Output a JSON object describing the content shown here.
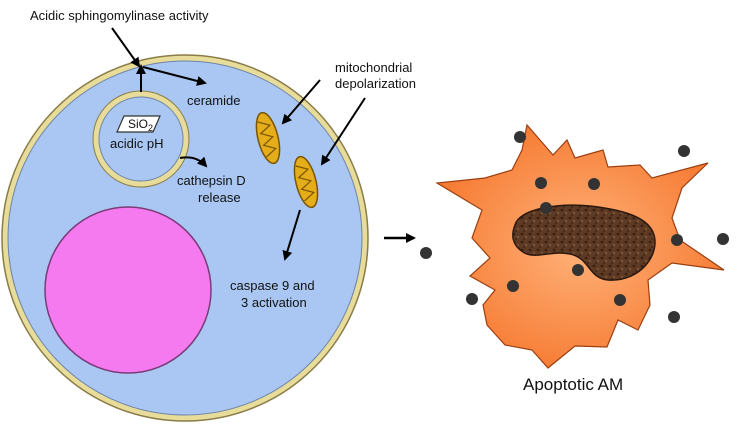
{
  "labels": {
    "sphingomyelinase": "Acidic sphingomylinase activity",
    "ceramide": "ceramide",
    "mito_line1": "mitochondrial",
    "mito_line2": "depolarization",
    "sio2_base": "SiO",
    "sio2_sub": "2",
    "acidic_ph": "acidic pH",
    "cathepsin_line1": "cathepsin D",
    "cathepsin_line2": "release",
    "caspase_line1": "caspase 9 and",
    "caspase_line2": "3 activation",
    "apoptotic_caption": "Apoptotic AM"
  },
  "colors": {
    "cytoplasm": "#a9c7f2",
    "membrane": "#e8dc9a",
    "nucleus": "#f57af0",
    "mitochondria": "#e6ad1a",
    "apoptotic_cell": "#f58a3c",
    "apoptotic_nucleus": "#5e3a24",
    "debris": "#333333"
  }
}
